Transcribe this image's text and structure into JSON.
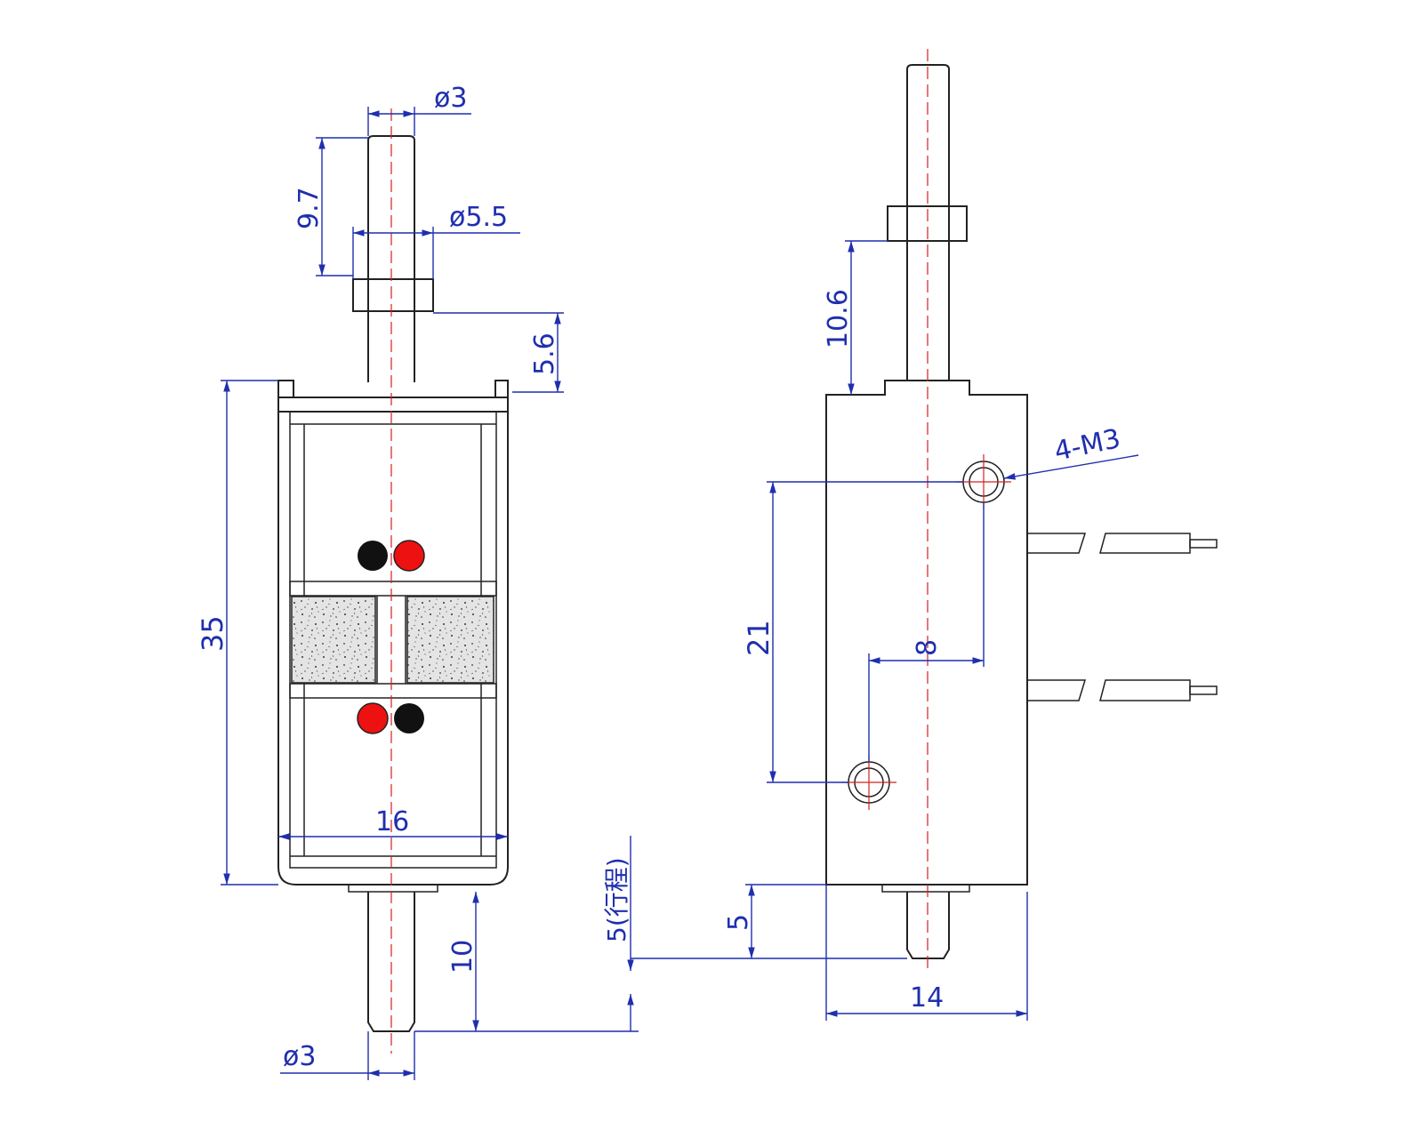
{
  "colors": {
    "outline": "#222222",
    "dimension": "#1f2fae",
    "centerline": "#d32020",
    "terminal_red": "#ee1111",
    "terminal_black": "#111111",
    "magnet_fill": "#dedede"
  },
  "front_view": {
    "dims": {
      "shaft_top_diameter": "ø3",
      "shaft_top_length": "9.7",
      "collar_diameter": "ø5.5",
      "collar_gap": "5.6",
      "body_length": "35",
      "body_width": "16",
      "shaft_bottom_length": "10",
      "shaft_bottom_diameter": "ø3",
      "stroke": "5(行程)"
    }
  },
  "side_view": {
    "dims": {
      "shaft_top_length": "10.6",
      "thread_holes": "4-M3",
      "hole_spacing_vertical": "21",
      "hole_spacing_horizontal": "8",
      "stroke_short": "5",
      "body_width": "14"
    }
  }
}
